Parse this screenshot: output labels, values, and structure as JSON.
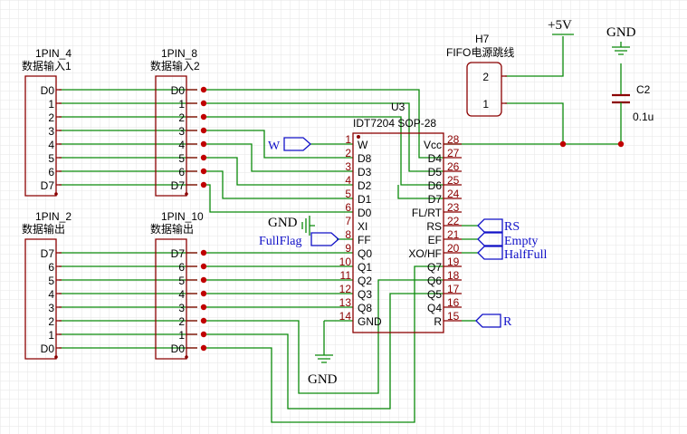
{
  "colors": {
    "wire": "#0a8a0a",
    "body": "#8b0000",
    "pin_number": "#8b0000",
    "net_label": "#1010c8",
    "junction": "#c00000",
    "vcc_pin": "#c00000",
    "grid": "#e6e6e6"
  },
  "connectors": {
    "j4": {
      "ref": "1PIN_4",
      "desc": "数据输入1",
      "pins": [
        "D0",
        "1",
        "2",
        "3",
        "4",
        "5",
        "6",
        "D7"
      ]
    },
    "j8": {
      "ref": "1PIN_8",
      "desc": "数据输入2",
      "pins": [
        "D0",
        "1",
        "2",
        "3",
        "4",
        "5",
        "6",
        "D7"
      ]
    },
    "j2": {
      "ref": "1PIN_2",
      "desc": "数据输出",
      "pins": [
        "D7",
        "6",
        "5",
        "4",
        "3",
        "2",
        "1",
        "D0"
      ]
    },
    "j10": {
      "ref": "1PIN_10",
      "desc": "数据输出",
      "pins": [
        "D7",
        "6",
        "5",
        "4",
        "3",
        "2",
        "1",
        "D0"
      ]
    }
  },
  "jumper": {
    "ref": "H7",
    "desc": "FIFO电源跳线",
    "pins": [
      "2",
      "1"
    ]
  },
  "power": {
    "vcc": "+5V",
    "gnd_top": "GND",
    "gnd_left": "GND",
    "gnd_bottom": "GND"
  },
  "capacitor": {
    "ref": "C2",
    "value": "0.1u"
  },
  "ic": {
    "ref": "U3",
    "part": "IDT7204 SOP-28",
    "left_pins": [
      {
        "num": "1",
        "name": "W"
      },
      {
        "num": "2",
        "name": "D8"
      },
      {
        "num": "3",
        "name": "D3"
      },
      {
        "num": "4",
        "name": "D2"
      },
      {
        "num": "5",
        "name": "D1"
      },
      {
        "num": "6",
        "name": "D0"
      },
      {
        "num": "7",
        "name": "XI"
      },
      {
        "num": "8",
        "name": "FF"
      },
      {
        "num": "9",
        "name": "Q0"
      },
      {
        "num": "10",
        "name": "Q1"
      },
      {
        "num": "11",
        "name": "Q2"
      },
      {
        "num": "12",
        "name": "Q3"
      },
      {
        "num": "13",
        "name": "Q8"
      },
      {
        "num": "14",
        "name": "GND"
      }
    ],
    "right_pins": [
      {
        "num": "28",
        "name": "Vcc"
      },
      {
        "num": "27",
        "name": "D4"
      },
      {
        "num": "26",
        "name": "D5"
      },
      {
        "num": "25",
        "name": "D6"
      },
      {
        "num": "24",
        "name": "D7"
      },
      {
        "num": "23",
        "name": "FL/RT"
      },
      {
        "num": "22",
        "name": "RS"
      },
      {
        "num": "21",
        "name": "EF"
      },
      {
        "num": "20",
        "name": "XO/HF"
      },
      {
        "num": "19",
        "name": "Q7"
      },
      {
        "num": "18",
        "name": "Q6"
      },
      {
        "num": "17",
        "name": "Q5"
      },
      {
        "num": "16",
        "name": "Q4"
      },
      {
        "num": "15",
        "name": "R"
      }
    ]
  },
  "nets": {
    "w": "W",
    "fullflag": "FullFlag",
    "rs": "RS",
    "empty": "Empty",
    "halffull": "HalfFull",
    "r": "R"
  }
}
